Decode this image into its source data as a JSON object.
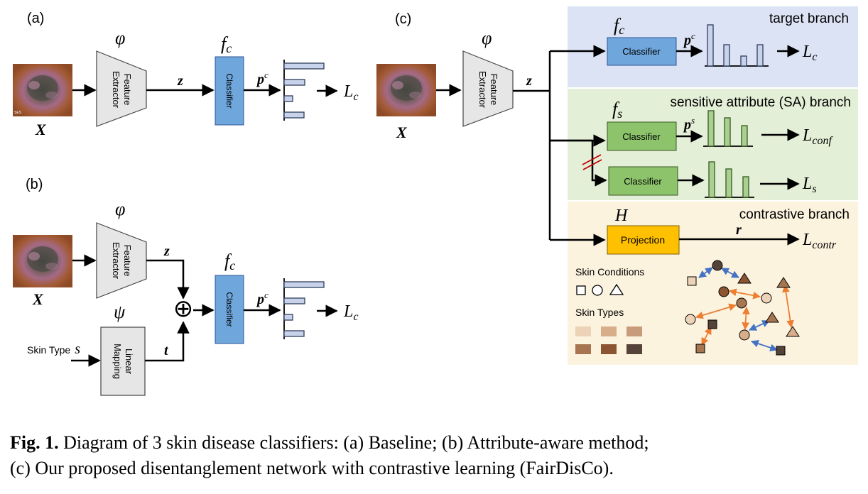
{
  "panels": {
    "a": "(a)",
    "b": "(b)",
    "c": "(c)"
  },
  "symbols": {
    "phi": "φ",
    "psi": "ψ",
    "fc": "f",
    "fc_sub": "c",
    "fs": "f",
    "fs_sub": "s",
    "H": "H",
    "X": "X",
    "z": "z",
    "t": "t",
    "r": "r",
    "s": "s",
    "p": "p",
    "p_sup_c": "c",
    "p_sup_s": "s",
    "L": "L",
    "Lc_sub": "c",
    "Lconf_sub": "conf",
    "Ls_sub": "s",
    "Lcontr_sub": "contr",
    "oplus": "⊕"
  },
  "blocks": {
    "feature_extractor_line1": "Feature",
    "feature_extractor_line2": "Extractor",
    "classifier": "Classifier",
    "linear_mapping_line1": "Linear",
    "linear_mapping_line2": "Mapping",
    "projection": "Projection",
    "skin_type_label": "Skin Type",
    "image_watermark": "SES"
  },
  "branches": {
    "target": "target branch",
    "sensitive": "sensitive attribute (SA) branch",
    "contrastive": "contrastive branch"
  },
  "legend": {
    "skin_conditions": "Skin Conditions",
    "skin_types": "Skin Types",
    "tone_swatches": [
      "#ecd2b7",
      "#d8ad8a",
      "#c89c7a",
      "#a77550",
      "#8a5530",
      "#55433a"
    ]
  },
  "colors": {
    "target_bg": "#dbe3f4",
    "sa_bg": "#e4efd7",
    "contr_bg": "#fcf3df",
    "classifier_blue": "#6fa6dc",
    "classifier_green": "#8dc46b",
    "projection": "#ffc000",
    "bar_blue": "#c8d3eb",
    "bar_green": "#a9d08e",
    "arrow_blue": "#4472c4",
    "arrow_orange": "#ed7d31",
    "cut_red": "#c00000"
  },
  "caption": {
    "label": "Fig. 1.",
    "line1": " Diagram of 3 skin disease classifiers: (a) Baseline; (b) Attribute-aware method;",
    "line2": "(c) Our proposed disentanglement network with contrastive learning (FairDisCo)."
  }
}
